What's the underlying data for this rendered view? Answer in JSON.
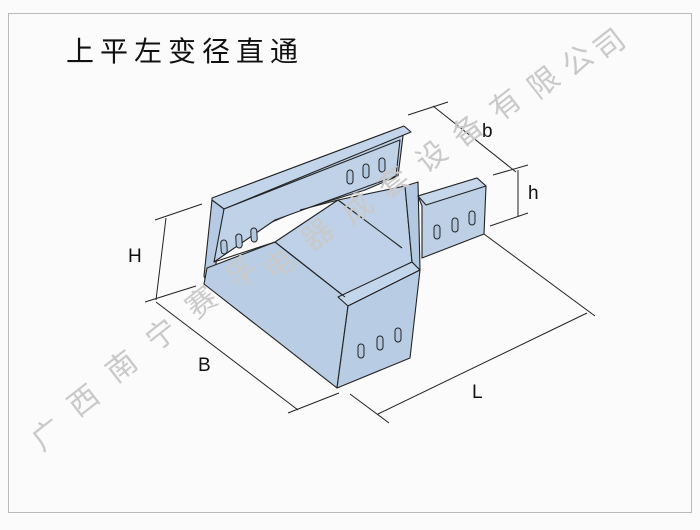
{
  "title": "上平左变径直通",
  "dimensions": {
    "H": "H",
    "B": "B",
    "b": "b",
    "h": "h",
    "L": "L"
  },
  "watermark": "广西南宁赛孚电器成套设备有限公司",
  "watermark_chars": [
    "广",
    "西",
    "南",
    "宁",
    "赛",
    "孚",
    "电",
    "器",
    "成",
    "套",
    "设",
    "备",
    "有",
    "限",
    "公",
    "司"
  ],
  "colors": {
    "tray_fill": "#bdd0e6",
    "tray_fill_dark": "#a9c0dc",
    "line": "#222222",
    "border": "#b9b9b9",
    "watermark": "#c9c9c9",
    "background": "#fbfbfb"
  }
}
